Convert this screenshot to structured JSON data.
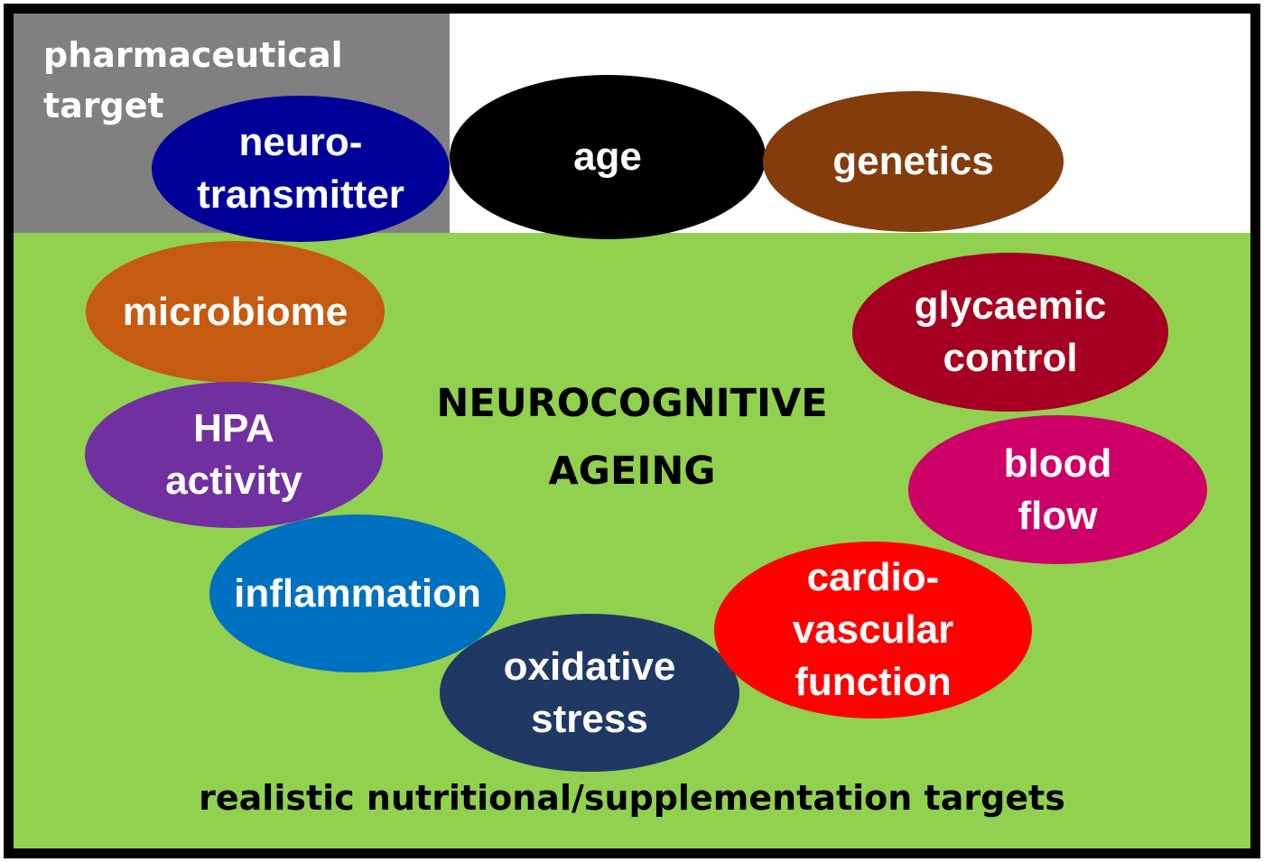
{
  "regions": {
    "pharmaceutical": {
      "label": "pharmaceutical\ntarget",
      "color": "#808080"
    },
    "nutritional": {
      "label": "realistic nutritional/supplementation targets",
      "color": "#92d050"
    }
  },
  "center_title": "NEUROCOGNITIVE\nAGEING",
  "factors": [
    {
      "id": "neurotransmitter",
      "label": "neuro-\ntransmitter",
      "color": "#000099"
    },
    {
      "id": "age",
      "label": "age",
      "color": "#000000"
    },
    {
      "id": "genetics",
      "label": "genetics",
      "color": "#843c0c"
    },
    {
      "id": "microbiome",
      "label": "microbiome",
      "color": "#c55a11"
    },
    {
      "id": "hpa-activity",
      "label": "HPA\nactivity",
      "color": "#7030a0"
    },
    {
      "id": "inflammation",
      "label": "inflammation",
      "color": "#0070c0"
    },
    {
      "id": "oxidative-stress",
      "label": "oxidative\nstress",
      "color": "#1f3864"
    },
    {
      "id": "cardiovascular-function",
      "label": "cardio-\nvascular\nfunction",
      "color": "#ff0000"
    },
    {
      "id": "blood-flow",
      "label": "blood\nflow",
      "color": "#cc0066"
    },
    {
      "id": "glycaemic-control",
      "label": "glycaemic\ncontrol",
      "color": "#a50021"
    }
  ]
}
